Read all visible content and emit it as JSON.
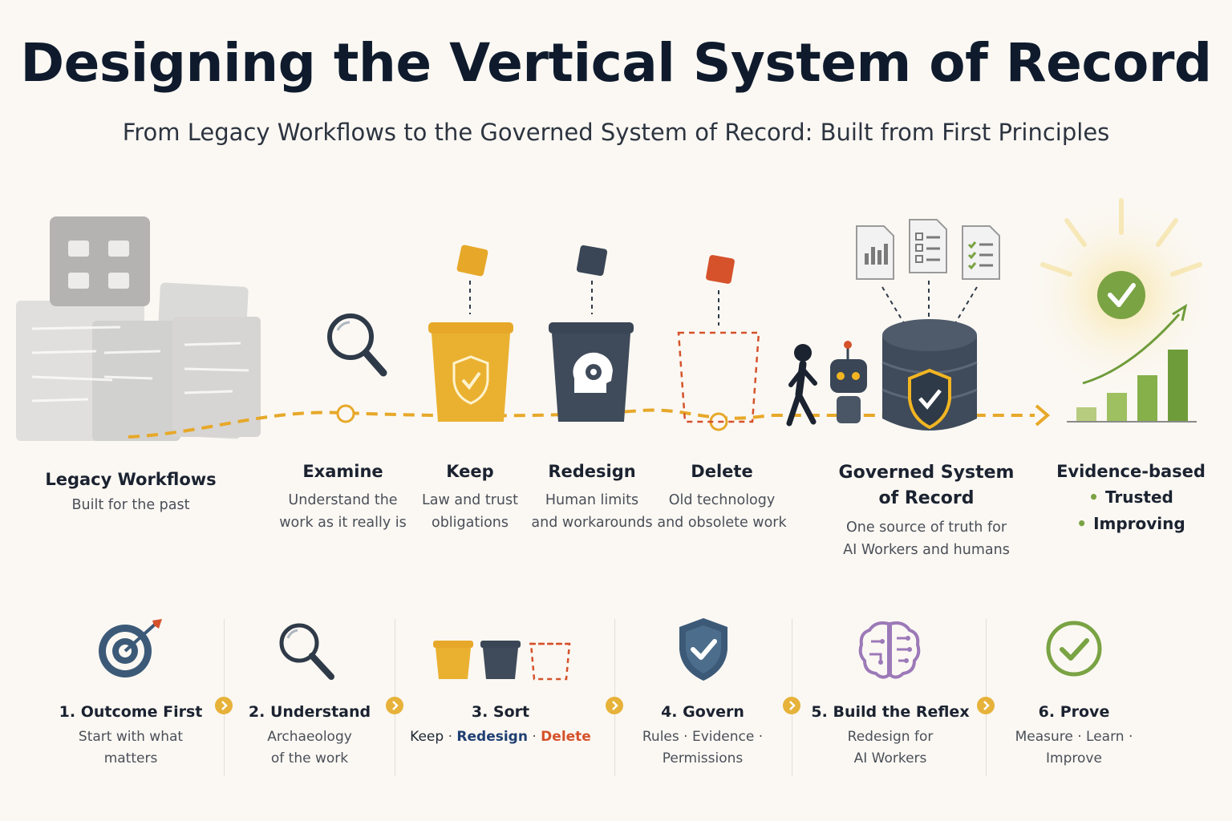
{
  "title": "Designing the Vertical System of Record",
  "subtitle": "From Legacy Workflows to the Governed System of Record: Built from First Principles",
  "colors": {
    "gold": "#e7a829",
    "navy": "#3a4655",
    "orange": "#d5522b",
    "green": "#7aa344",
    "purple": "#9c79b8",
    "blue": "#3c5a78"
  },
  "flow": {
    "legacy": {
      "title": "Legacy Workflows",
      "desc": "Built for the past"
    },
    "examine": {
      "title": "Examine",
      "desc_1": "Understand the",
      "desc_2": "work as it really is"
    },
    "keep": {
      "title": "Keep",
      "desc_1": "Law and trust",
      "desc_2": "obligations"
    },
    "redesign": {
      "title": "Redesign",
      "desc_1": "Human limits",
      "desc_2": "and workarounds"
    },
    "delete": {
      "title": "Delete",
      "desc_1": "Old technology",
      "desc_2": "and obsolete work"
    },
    "governed": {
      "title_1": "Governed System",
      "title_2": "of Record",
      "desc_1": "One source of truth for",
      "desc_2": "AI Workers and humans"
    },
    "outcome": {
      "title": "Evidence-based",
      "bullet_1": "Trusted",
      "bullet_2": "Improving"
    }
  },
  "steps": [
    {
      "title": "1. Outcome First",
      "desc_1": "Start with what",
      "desc_2": "matters",
      "icon": "target-icon"
    },
    {
      "title": "2. Understand",
      "desc_1": "Archaeology",
      "desc_2": "of the work",
      "icon": "magnifier-icon"
    },
    {
      "title": "3. Sort",
      "keep": "Keep",
      "sep": " · ",
      "redesign": "Redesign",
      "delete": "Delete",
      "icon": "bins-icon"
    },
    {
      "title": "4. Govern",
      "desc_1": "Rules · Evidence ·",
      "desc_2": "Permissions",
      "icon": "shield-check-icon"
    },
    {
      "title": "5. Build the Reflex",
      "desc_1": "Redesign for",
      "desc_2": "AI Workers",
      "icon": "brain-icon"
    },
    {
      "title": "6. Prove",
      "desc_1": "Measure · Learn ·",
      "desc_2": "Improve",
      "icon": "check-circle-icon"
    }
  ]
}
